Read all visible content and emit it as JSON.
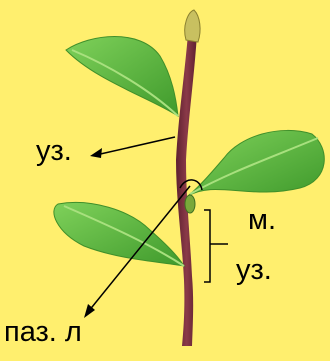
{
  "labels": {
    "node": "уз.",
    "internode_line1": "м.",
    "internode_line2": "уз.",
    "axil": "паз. л"
  },
  "colors": {
    "background": "#ffef6e",
    "stem": "#7a2f3e",
    "leaf": "#5fbf3c",
    "leaf_dark": "#3f8f2a",
    "vein": "#a8e07e"
  }
}
